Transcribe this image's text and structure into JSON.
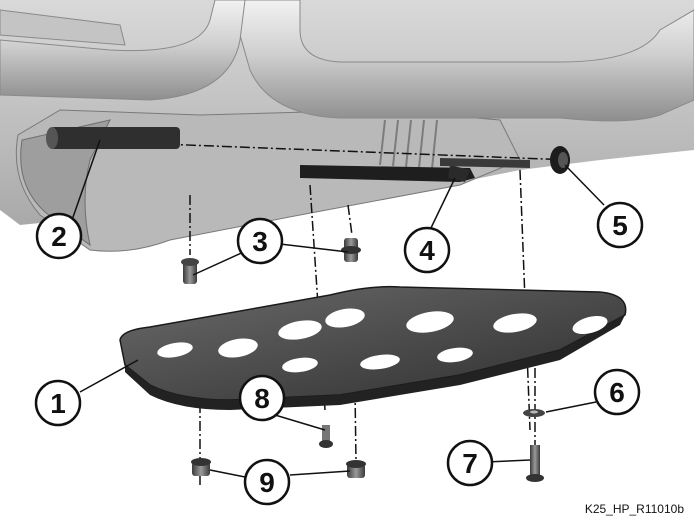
{
  "figure": {
    "id": "K25_HP_R11010b",
    "callouts": [
      {
        "label": "1",
        "part": "skid-plate"
      },
      {
        "label": "2",
        "part": "mounting-tube"
      },
      {
        "label": "3",
        "part": "rubber-mount"
      },
      {
        "label": "4",
        "part": "bracket"
      },
      {
        "label": "5",
        "part": "grommet"
      },
      {
        "label": "6",
        "part": "washer"
      },
      {
        "label": "7",
        "part": "screw"
      },
      {
        "label": "8",
        "part": "screw"
      },
      {
        "label": "9",
        "part": "rubber-bushing"
      }
    ]
  }
}
